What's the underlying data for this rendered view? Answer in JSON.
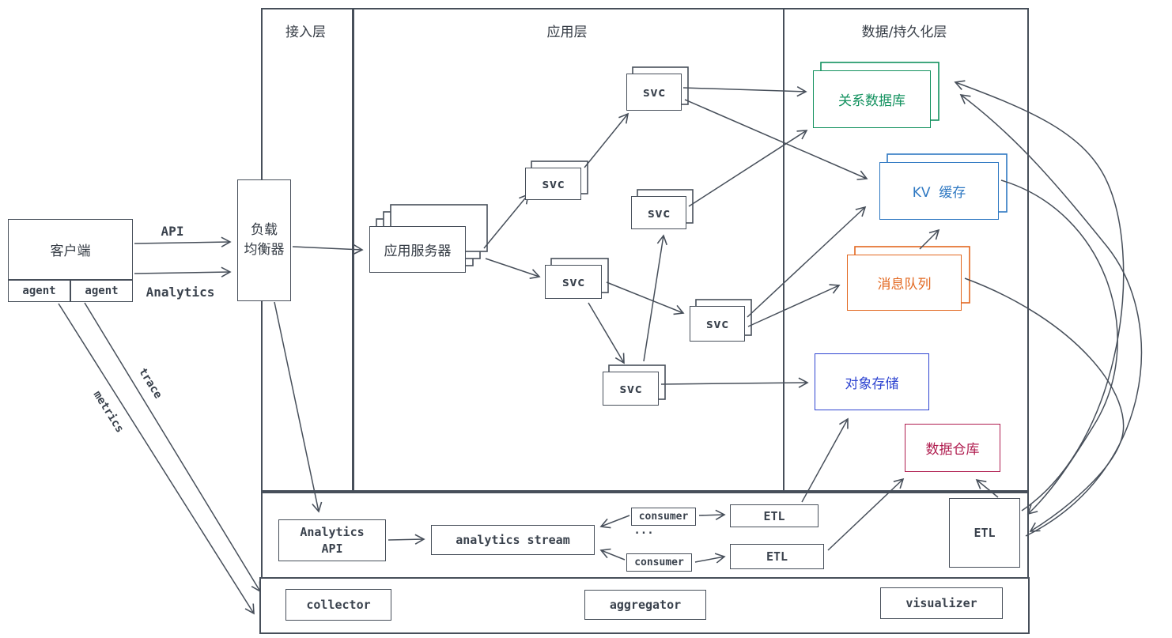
{
  "layers": {
    "access": "接入层",
    "app": "应用层",
    "data": "数据/持久化层"
  },
  "nodes": {
    "client": "客户端",
    "agent": "agent",
    "load_balancer_line1": "负载",
    "load_balancer_line2": "均衡器",
    "app_server": "应用服务器",
    "svc": "svc",
    "rel_db": "关系数据库",
    "kv_cache": "KV  缓存",
    "mq": "消息队列",
    "obj_store": "对象存储",
    "dwh": "数据仓库",
    "analytics_api_line1": "Analytics",
    "analytics_api_line2": "API",
    "stream": "analytics stream",
    "consumer": "consumer",
    "etl": "ETL",
    "dots": "...",
    "collector": "collector",
    "aggregator": "aggregator",
    "visualizer": "visualizer"
  },
  "edge_labels": {
    "api": "API",
    "analytics": "Analytics",
    "trace": "trace",
    "metrics": "metrics"
  },
  "colors": {
    "line": "#474f5a",
    "rel_db": "#12915e",
    "kv_cache": "#2e78c2",
    "mq": "#e2671f",
    "obj_store": "#2f45d1",
    "dwh": "#b01e50"
  }
}
